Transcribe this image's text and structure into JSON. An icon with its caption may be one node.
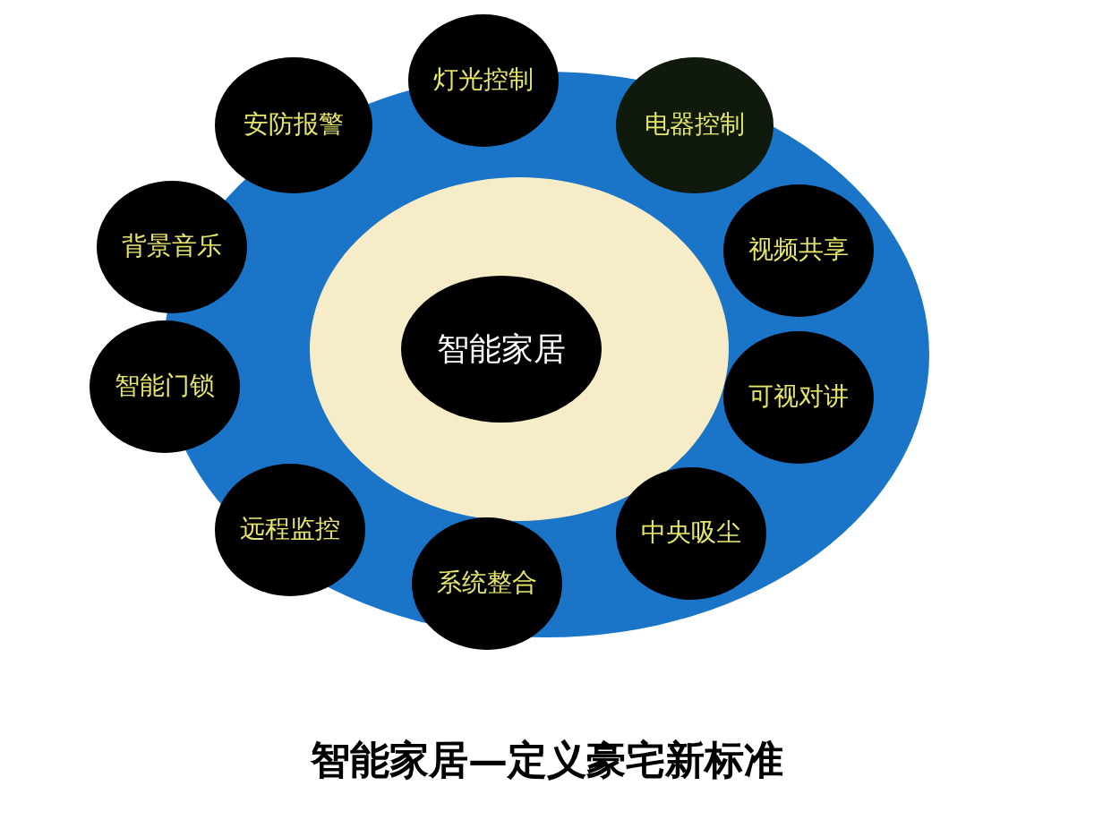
{
  "diagram": {
    "caption": "智能家居—定义豪宅新标准",
    "nodes": [
      {
        "text": [
          "智能家居"
        ]
      },
      {
        "text": [
          "灯光控制"
        ]
      },
      {
        "text": [
          "电器控制"
        ]
      },
      {
        "text": [
          "视频共享"
        ]
      },
      {
        "text": [
          "可视对讲"
        ]
      },
      {
        "text": [
          "中央吸尘"
        ]
      },
      {
        "text": [
          "系统整合"
        ]
      },
      {
        "text": [
          "远程监控"
        ]
      },
      {
        "text": [
          "智能门锁"
        ]
      },
      {
        "text": [
          "背景音乐"
        ]
      },
      {
        "text": [
          "安防报警"
        ]
      }
    ]
  }
}
